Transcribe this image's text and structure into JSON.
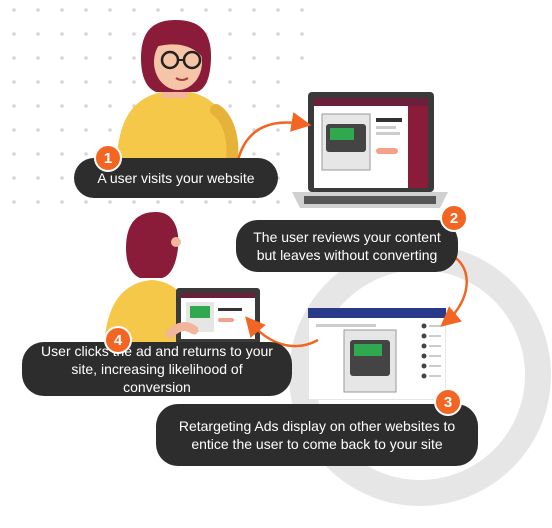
{
  "colors": {
    "accent": "#f26522",
    "pill": "#2d2d2d",
    "shirt": "#f5c84a",
    "hair": "#8a1c3a",
    "ring": "#e6e6e6",
    "laptop_bar": "#6b1f3a",
    "ad_screen": "#2fa84f"
  },
  "steps": [
    {
      "number": "1",
      "line1": "A user visits your website",
      "line2": ""
    },
    {
      "number": "2",
      "line1": "The user reviews your content",
      "line2": "but leaves without converting"
    },
    {
      "number": "3",
      "line1": "Retargeting Ads display on other websites to",
      "line2": "entice the user to come back to your site"
    },
    {
      "number": "4",
      "line1": "User clicks the ad and returns to your",
      "line2": "site, increasing likelihood of conversion"
    }
  ],
  "icons": [
    "woman-with-glasses-illustration",
    "laptop-illustration",
    "browser-window-illustration",
    "woman-with-laptop-illustration",
    "curved-arrow-icon"
  ]
}
